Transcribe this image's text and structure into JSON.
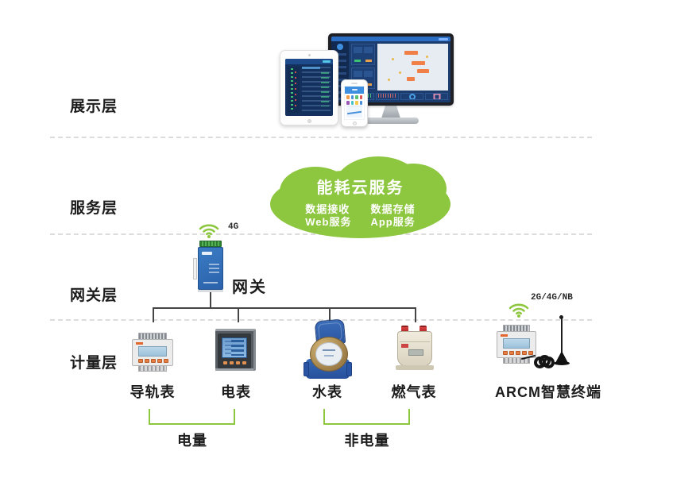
{
  "colors": {
    "accent_green": "#8dc63f",
    "connector": "#454545",
    "separator": "#dcdcdc"
  },
  "layers": {
    "display": "展示层",
    "service": "服务层",
    "gateway": "网关层",
    "metering": "计量层"
  },
  "cloud": {
    "title": "能耗云服务",
    "col1": [
      "数据接收",
      "Web服务"
    ],
    "col2": [
      "数据存储",
      "App服务"
    ]
  },
  "gateway": {
    "label": "网关",
    "network": "4G"
  },
  "metering": {
    "rail_meter": {
      "label": "导轨表"
    },
    "electric_meter": {
      "label": "电表"
    },
    "water_meter": {
      "label": "水表"
    },
    "gas_meter": {
      "label": "燃气表"
    },
    "arcm_terminal": {
      "label": "ARCM智慧终端",
      "network": "2G/4G/NB"
    }
  },
  "groups": {
    "electric": {
      "label": "电量"
    },
    "non_electric": {
      "label": "非电量"
    }
  }
}
